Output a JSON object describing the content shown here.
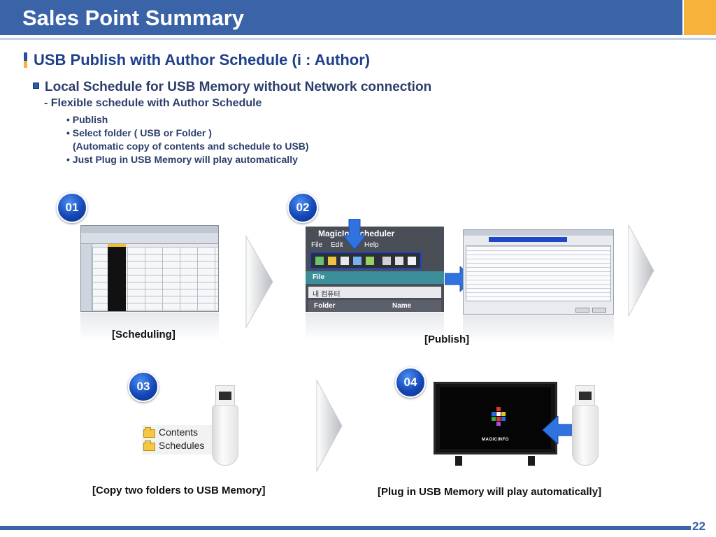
{
  "header": {
    "title": "Sales Point Summary"
  },
  "section": {
    "title": "USB Publish with Author Schedule (i : Author)"
  },
  "subsection": {
    "title": "Local Schedule for USB Memory without Network connection",
    "note": "- Flexible schedule with Author Schedule"
  },
  "bullets": [
    "• Publish",
    "• Select folder ( USB or Folder )",
    "(Automatic copy of contents and schedule to USB)",
    "•  Just Plug in USB Memory will play automatically"
  ],
  "steps": [
    {
      "badge": "01",
      "caption": "[Scheduling]"
    },
    {
      "badge": "02",
      "caption": "[Publish]"
    },
    {
      "badge": "03",
      "caption": "[Copy two folders to USB Memory]"
    },
    {
      "badge": "04",
      "caption": "[Plug in USB Memory will play automatically]"
    }
  ],
  "app": {
    "title": "MagicInfo  cheduler",
    "menu": [
      "File",
      "Edit",
      "V",
      "Help"
    ],
    "panel": "File",
    "item": "내 컴퓨터",
    "col1": "Folder",
    "col2": "Name"
  },
  "folders": [
    "Contents",
    "Schedules"
  ],
  "monitor": {
    "brand": "MAGICINFO"
  },
  "page_number": "22",
  "colors": {
    "header": "#3a63a8",
    "accent": "#f7b23b",
    "badge": "#1648b8",
    "arrow": "#2f72e0"
  }
}
